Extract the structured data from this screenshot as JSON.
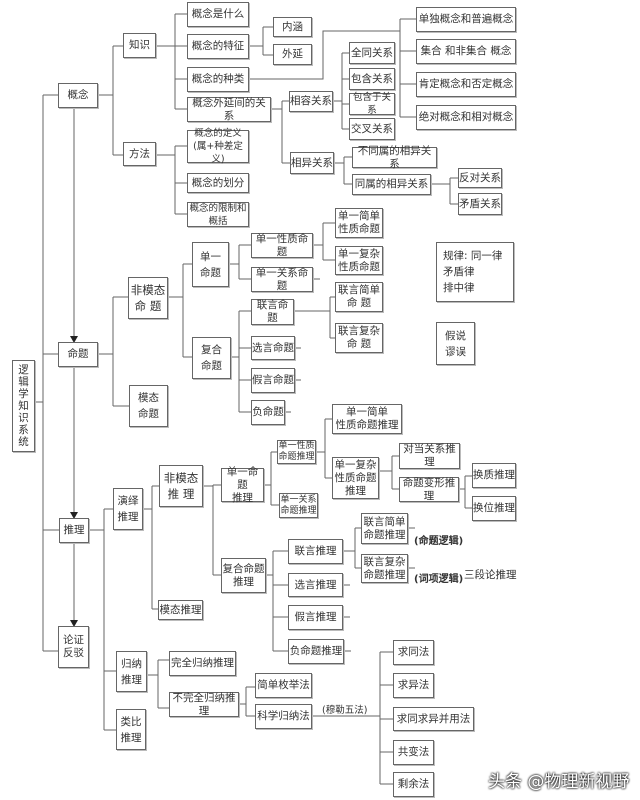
{
  "n": {
    "root": "逻\n辑\n学\n知\n识\n系\n统",
    "gainian": "概念",
    "mingti": "命题",
    "tuili": "推理",
    "lunzheng": "论证\n反驳",
    "zhishi": "知识",
    "fangfa": "方法",
    "shishenme": "概念是什么",
    "tezheng": "概念的特征",
    "neihan": "内涵",
    "waiyan": "外延",
    "zhonglei": "概念的种类",
    "waiyanguanxi": "概念外延间的关系",
    "danduputong": "单独概念和普遍概念",
    "jihe": "集合 和非集合 概念",
    "kending": "肯定概念和否定概念",
    "jueduì": "绝对概念和相对概念",
    "xiangrong": "相容关系",
    "quantong": "全同关系",
    "baohan": "包含关系",
    "baohanyu": "包含于关系",
    "jiaocha": "交叉关系",
    "xiangyi": "相异关系",
    "butongshu": "不同属的相异关系",
    "tongshu": "同属的相异关系",
    "fandui": "反对关系",
    "maodun": "矛盾关系",
    "dingyi": "概念的定义\n(属+种差定义)",
    "huafen": "概念的划分",
    "xianzhi": "概念的限制和概括",
    "feimotai_mt": "非模态\n命  题",
    "motai_mt": "模态\n命题",
    "danyi_mt": "单一\n命题",
    "fuhe_mt": "复合\n命题",
    "danyixingzhi": "单一性质命题",
    "danyiguanxi": "单一关系命题",
    "danyijiandan": "单一简单\n性质命题",
    "danyifuza": "单一复杂\n性质命题",
    "lianyan_mt": "联言命题",
    "xuanyan_mt": "选言命题",
    "jiayan_mt": "假言命题",
    "fu_mt": "负命题",
    "lianyanjiandan": "联言简单\n命    题",
    "lianyanfuza": "联言复杂\n命    题",
    "guilv": "规律:  同一律\n          矛盾律\n          排中律",
    "jiashuo": "假说\n谬误",
    "yanyi": "演绎\n推理",
    "guina": "归纳\n推理",
    "leibi": "类比\n推理",
    "feimotai_tl": "非模态\n推   理",
    "motai_tl": "模态推理",
    "danyi_tl": "单一命题\n推理",
    "fuhe_tl": "复合命题\n推理",
    "danyixingzhi_tl": "单一性质\n命题推理",
    "danyiguanxi_tl": "单一关系\n命题推理",
    "danyijiandan_tl": "单一简单\n性质命题推理",
    "danyifuza_tl": "单一复杂\n性质命题\n推理",
    "duidang": "对当关系推理",
    "bianxing": "命题变形推理",
    "huanzhi": "换质推理",
    "huanwei": "换位推理",
    "lianyan_tl": "联言推理",
    "xuanyan_tl": "选言推理",
    "jiayan_tl": "假言推理",
    "fu_tl": "负命题推理",
    "lianyanjiandan_tl": "联言简单\n命题推理",
    "lianyanfuza_tl": "联言复杂\n命题推理",
    "wanquan": "完全归纳推理",
    "buwanquan": "不完全归纳推理",
    "jiandanmeiju": "简单枚举法",
    "kexue": "科学归纳法",
    "qiutong": "求同法",
    "qiuyi": "求异法",
    "bingyong": "求同求异并用法",
    "gongbian": "共变法",
    "shengyu": "剩余法"
  },
  "labels": {
    "mingti_luoji": "(命题逻辑)",
    "cixiang_luoji": "(词项逻辑)",
    "sanduanlun": "三段论推理",
    "mule": "(穆勒五法)"
  },
  "watermark": "头条 @物理新视野"
}
